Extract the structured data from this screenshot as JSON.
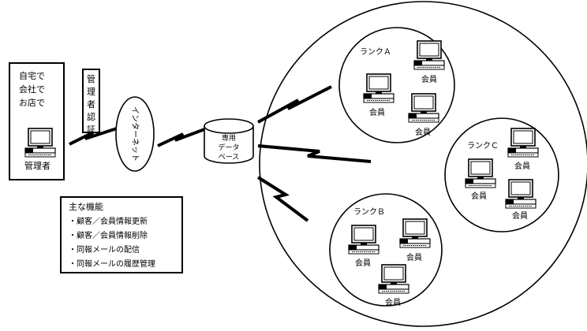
{
  "admin_box": {
    "locations": [
      "自宅で",
      "会社で",
      "お店で"
    ],
    "admin_label": "管理者"
  },
  "auth_label": "管理者認証",
  "internet_label": "インターネット",
  "database_label": [
    "専用",
    "データ",
    "ベース"
  ],
  "functions": {
    "title": "主な機能",
    "items": [
      "・顧客／会員情報更新",
      "・顧客／会員情報削除",
      "・同報メールの配信",
      "・同報メールの履歴管理"
    ]
  },
  "ranks": {
    "a": "ランクＡ",
    "b": "ランクＢ",
    "c": "ランクＣ"
  },
  "member_label": "会員"
}
